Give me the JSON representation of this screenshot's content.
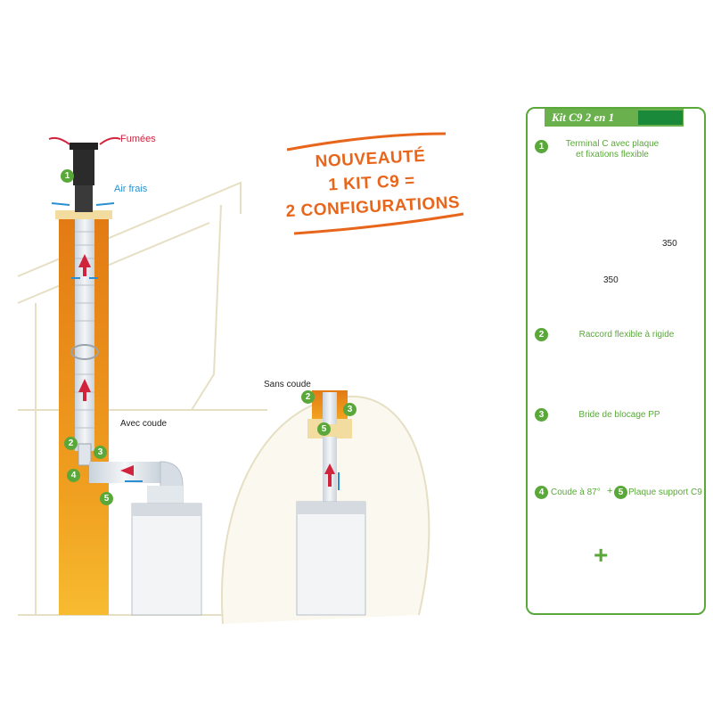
{
  "labels": {
    "fumees": "Fumées",
    "air_frais": "Air frais",
    "avec_coude": "Avec coude",
    "sans_coude": "Sans coude"
  },
  "headline": {
    "line1": "NOUVEAUTÉ",
    "line2": "1 KIT C9 =",
    "line3": "2 CONFIGURATIONS",
    "color": "#e8661c"
  },
  "panel": {
    "title": "Kit C9 2 en 1",
    "items": [
      {
        "num": "1",
        "label_line1": "Terminal C avec plaque",
        "label_line2": "et fixations flexible"
      },
      {
        "num": "2",
        "label": "Raccord flexible à rigide"
      },
      {
        "num": "3",
        "label": "Bride de blocage PP"
      },
      {
        "num": "4",
        "label": "Coude à 87°"
      },
      {
        "num": "5",
        "label": "Plaque support C9"
      }
    ],
    "dims": {
      "width": "350",
      "depth": "350"
    },
    "plus": "+"
  },
  "badges": {
    "n1": "1",
    "n2": "2",
    "n3": "3",
    "n4": "4",
    "n5": "5"
  },
  "colors": {
    "accent_green": "#5aa83a",
    "flue_orange": "#e8901c",
    "arrow_red": "#d2233d",
    "arrow_blue": "#2a8fd0"
  }
}
